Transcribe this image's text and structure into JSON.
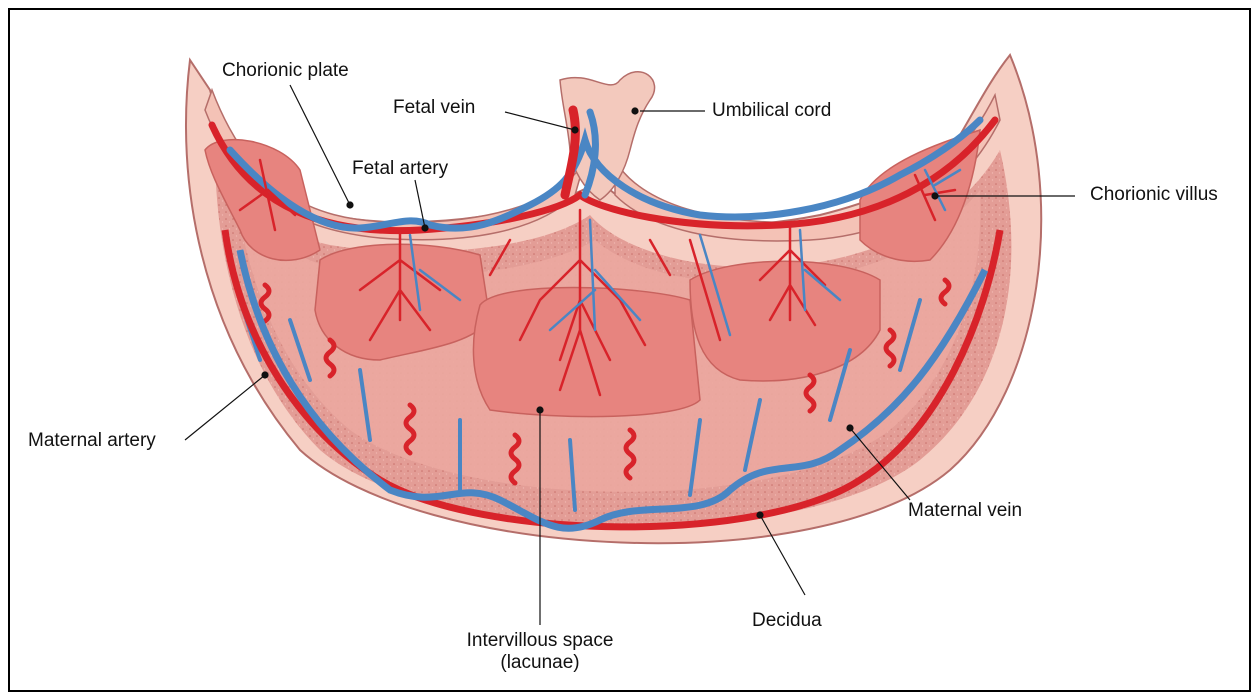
{
  "diagram": {
    "labels": {
      "chorionic_plate": "Chorionic plate",
      "fetal_vein": "Fetal vein",
      "umbilical_cord": "Umbilical cord",
      "fetal_artery": "Fetal artery",
      "chorionic_villus": "Chorionic villus",
      "maternal_artery": "Maternal artery",
      "maternal_vein": "Maternal vein",
      "decidua": "Decidua",
      "intervillous_space_line1": "Intervillous space",
      "intervillous_space_line2": "(lacunae)"
    },
    "colors": {
      "decidua_outer": "#f6cfc4",
      "basal_plate": "#e59a94",
      "intervillous": "#eba8a0",
      "villus_tree": "#e7847f",
      "artery": "#d8232a",
      "vein": "#4a86c4",
      "outline": "#b56e6a"
    }
  }
}
